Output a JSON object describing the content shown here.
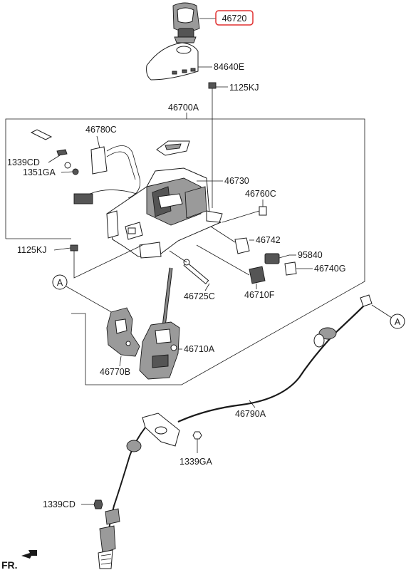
{
  "labels": {
    "p46720": "46720",
    "p84640E": "84640E",
    "p1125KJ_top": "1125KJ",
    "p46700A": "46700A",
    "p46780C": "46780C",
    "p1339CD_top": "1339CD",
    "p1351GA": "1351GA",
    "p46730": "46730",
    "p46760C": "46760C",
    "p46742": "46742",
    "p1125KJ_left": "1125KJ",
    "p95840": "95840",
    "p46740G": "46740G",
    "p46725C": "46725C",
    "p46710F": "46710F",
    "p46710A": "46710A",
    "p46770B": "46770B",
    "p46790A": "46790A",
    "p1339GA": "1339GA",
    "p1339CD_bottom": "1339CD",
    "ref_left": "A",
    "ref_right": "A",
    "front": "FR."
  },
  "colors": {
    "highlight_box": "#e03030",
    "line": "#1a1a1a",
    "part_fill": "#9a9a9a"
  },
  "icons": {
    "front_arrow": "arrow-down-left-icon"
  }
}
